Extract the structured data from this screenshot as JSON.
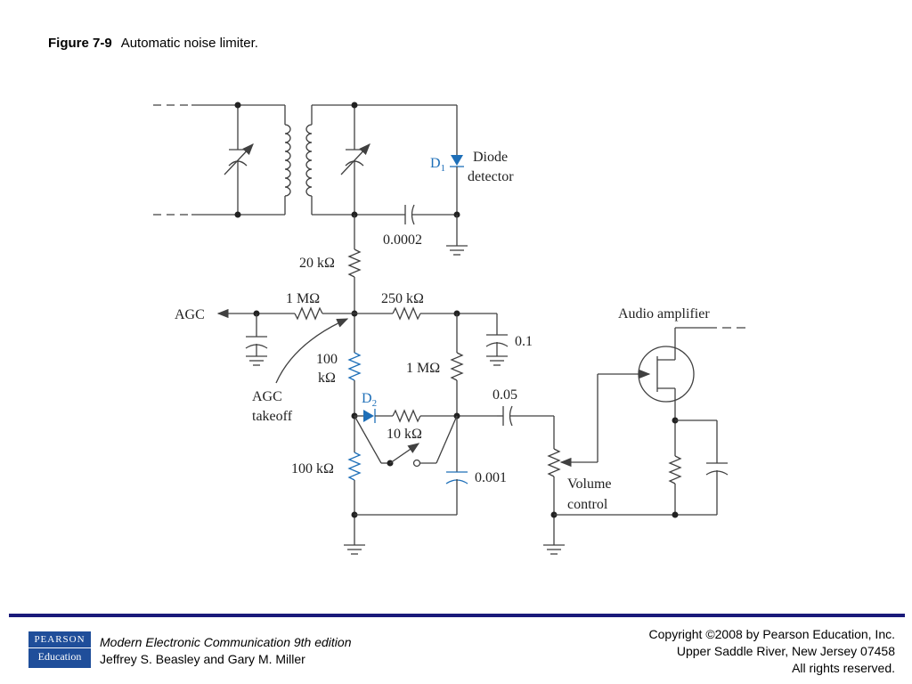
{
  "caption": {
    "figure": "Figure 7-9",
    "title": "Automatic noise limiter."
  },
  "circuit": {
    "labels": {
      "d1": "D",
      "d1_sub": "1",
      "diode_detector_1": "Diode",
      "diode_detector_2": "detector",
      "c_0002": "0.0002",
      "r_20k": "20 kΩ",
      "r_1m_agc": "1 MΩ",
      "r_250k": "250 kΩ",
      "agc": "AGC",
      "c_01": "0.1",
      "r_100k_a1": "100",
      "r_100k_a2": "kΩ",
      "r_1m": "1 MΩ",
      "agc_takeoff_1": "AGC",
      "agc_takeoff_2": "takeoff",
      "d2": "D",
      "d2_sub": "2",
      "c_005": "0.05",
      "r_10k": "10 kΩ",
      "r_100k_b": "100 kΩ",
      "c_0001": "0.001",
      "volume_1": "Volume",
      "volume_2": "control",
      "audio_amp": "Audio amplifier"
    }
  },
  "footer": {
    "logo_top": "PEARSON",
    "logo_bottom": "Education",
    "book_title": "Modern Electronic Communication 9th edition",
    "authors": "Jeffrey S. Beasley and Gary M. Miller",
    "copyright_1": "Copyright ©2008 by Pearson Education, Inc.",
    "copyright_2": "Upper Saddle River, New Jersey 07458",
    "copyright_3": "All rights reserved."
  }
}
